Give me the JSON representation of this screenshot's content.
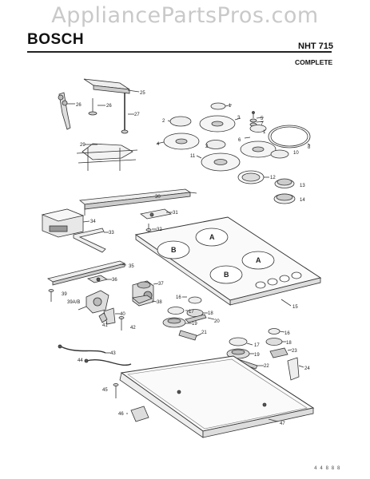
{
  "watermark": "AppliancePartsPros.com",
  "header": {
    "brand": "BOSCH",
    "model": "NHT 715",
    "subtitle": "COMPLETE"
  },
  "callouts": [
    "1",
    "2",
    "3",
    "4",
    "5",
    "6",
    "7",
    "8",
    "9",
    "10",
    "11",
    "12",
    "13",
    "14",
    "15",
    "16",
    "17",
    "18",
    "19",
    "20",
    "21",
    "22",
    "23",
    "24",
    "25",
    "26",
    "27",
    "28",
    "29",
    "30",
    "31",
    "32",
    "33",
    "34",
    "35",
    "36",
    "37",
    "38",
    "39",
    "40",
    "41",
    "42",
    "43",
    "44",
    "45",
    "46",
    "47",
    "39A/B"
  ],
  "burner_labels": {
    "large": "A",
    "small": "B"
  },
  "footer_code": "4 4 8 8 8"
}
